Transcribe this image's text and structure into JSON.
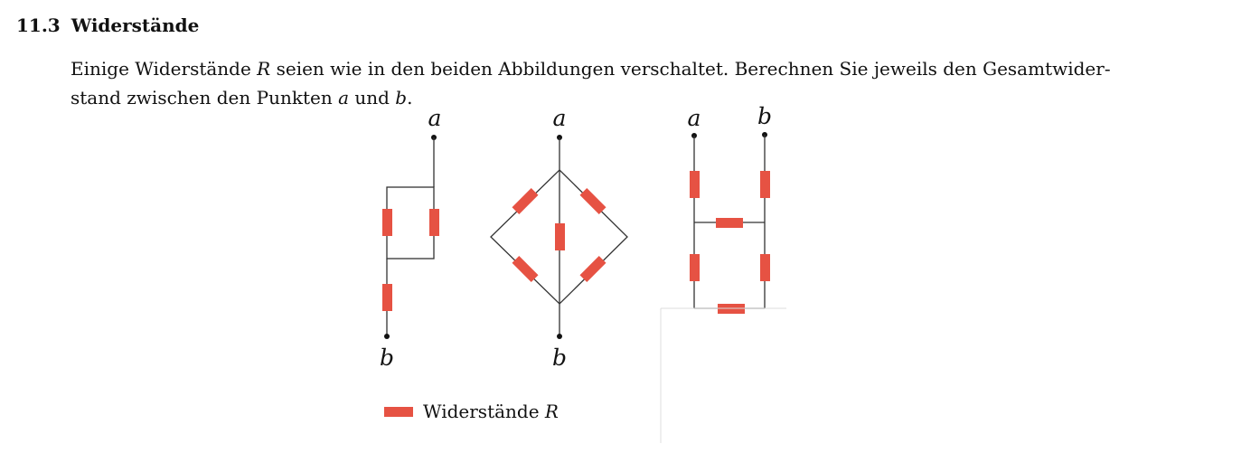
{
  "section": {
    "number": "11.3",
    "title": "Widerstände"
  },
  "paragraph": {
    "part1": "Einige Widerstände ",
    "var_r": "R",
    "part2": " seien wie in den beiden Abbildungen verschaltet. Berechnen Sie jeweils den Gesamtwider-",
    "part3": "stand zwischen den Punkten ",
    "var_a": "a",
    "part4": " und ",
    "var_b": "b",
    "part5": "."
  },
  "figure": {
    "labels": {
      "a": "a",
      "b": "b"
    },
    "legend": {
      "text": "Widerstände ",
      "var": "R"
    },
    "colors": {
      "resistor": "#e65243",
      "wire": "#333333"
    }
  }
}
